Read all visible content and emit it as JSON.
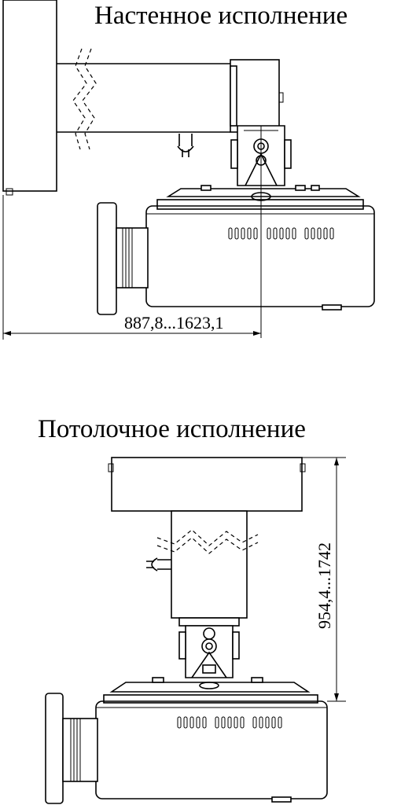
{
  "wall": {
    "title": "Настенное исполнение",
    "dimension": "887,8...1623,1"
  },
  "ceiling": {
    "title": "Потолочное исполнение",
    "dimension": "954,4...1742"
  },
  "colors": {
    "line": "#000000",
    "background": "#ffffff"
  }
}
